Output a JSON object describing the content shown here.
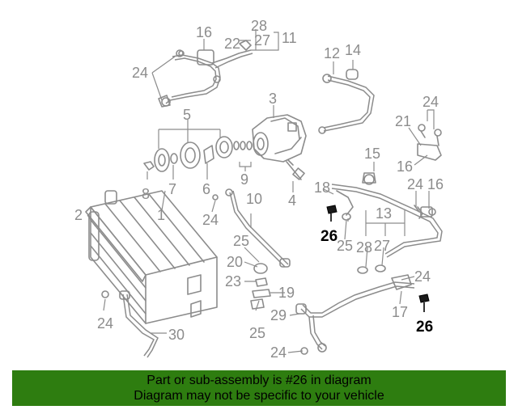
{
  "diagram": {
    "callouts": {
      "c28": "28",
      "c27a": "27",
      "c22": "22",
      "c11": "11",
      "c16a": "16",
      "c24a": "24",
      "c12": "12",
      "c14": "14",
      "c3": "3",
      "c5": "5",
      "c24b": "24",
      "c21": "21",
      "c8": "8",
      "c7": "7",
      "c6": "6",
      "c9": "9",
      "c4": "4",
      "c15": "15",
      "c16b": "16",
      "c24c": "24",
      "c16c": "16",
      "c2": "2",
      "c1": "1",
      "c10": "10",
      "c24d": "24",
      "c18": "18",
      "c13": "13",
      "c26a": "26",
      "c25a": "25",
      "c28b": "28",
      "c27b": "27",
      "c25b": "25",
      "c20": "20",
      "c23": "23",
      "c19": "19",
      "c25c": "25",
      "c24e": "24",
      "c17": "17",
      "c26b": "26",
      "c29": "29",
      "c24f": "24",
      "c30": "30",
      "c24g": "24"
    },
    "highlight_color": "#000000",
    "part_color": "#8c8c8c"
  },
  "footer": {
    "line1": "Part or sub-assembly is #26 in diagram",
    "line2": "Diagram may not be specific to your vehicle",
    "background": "#2e7d10"
  }
}
